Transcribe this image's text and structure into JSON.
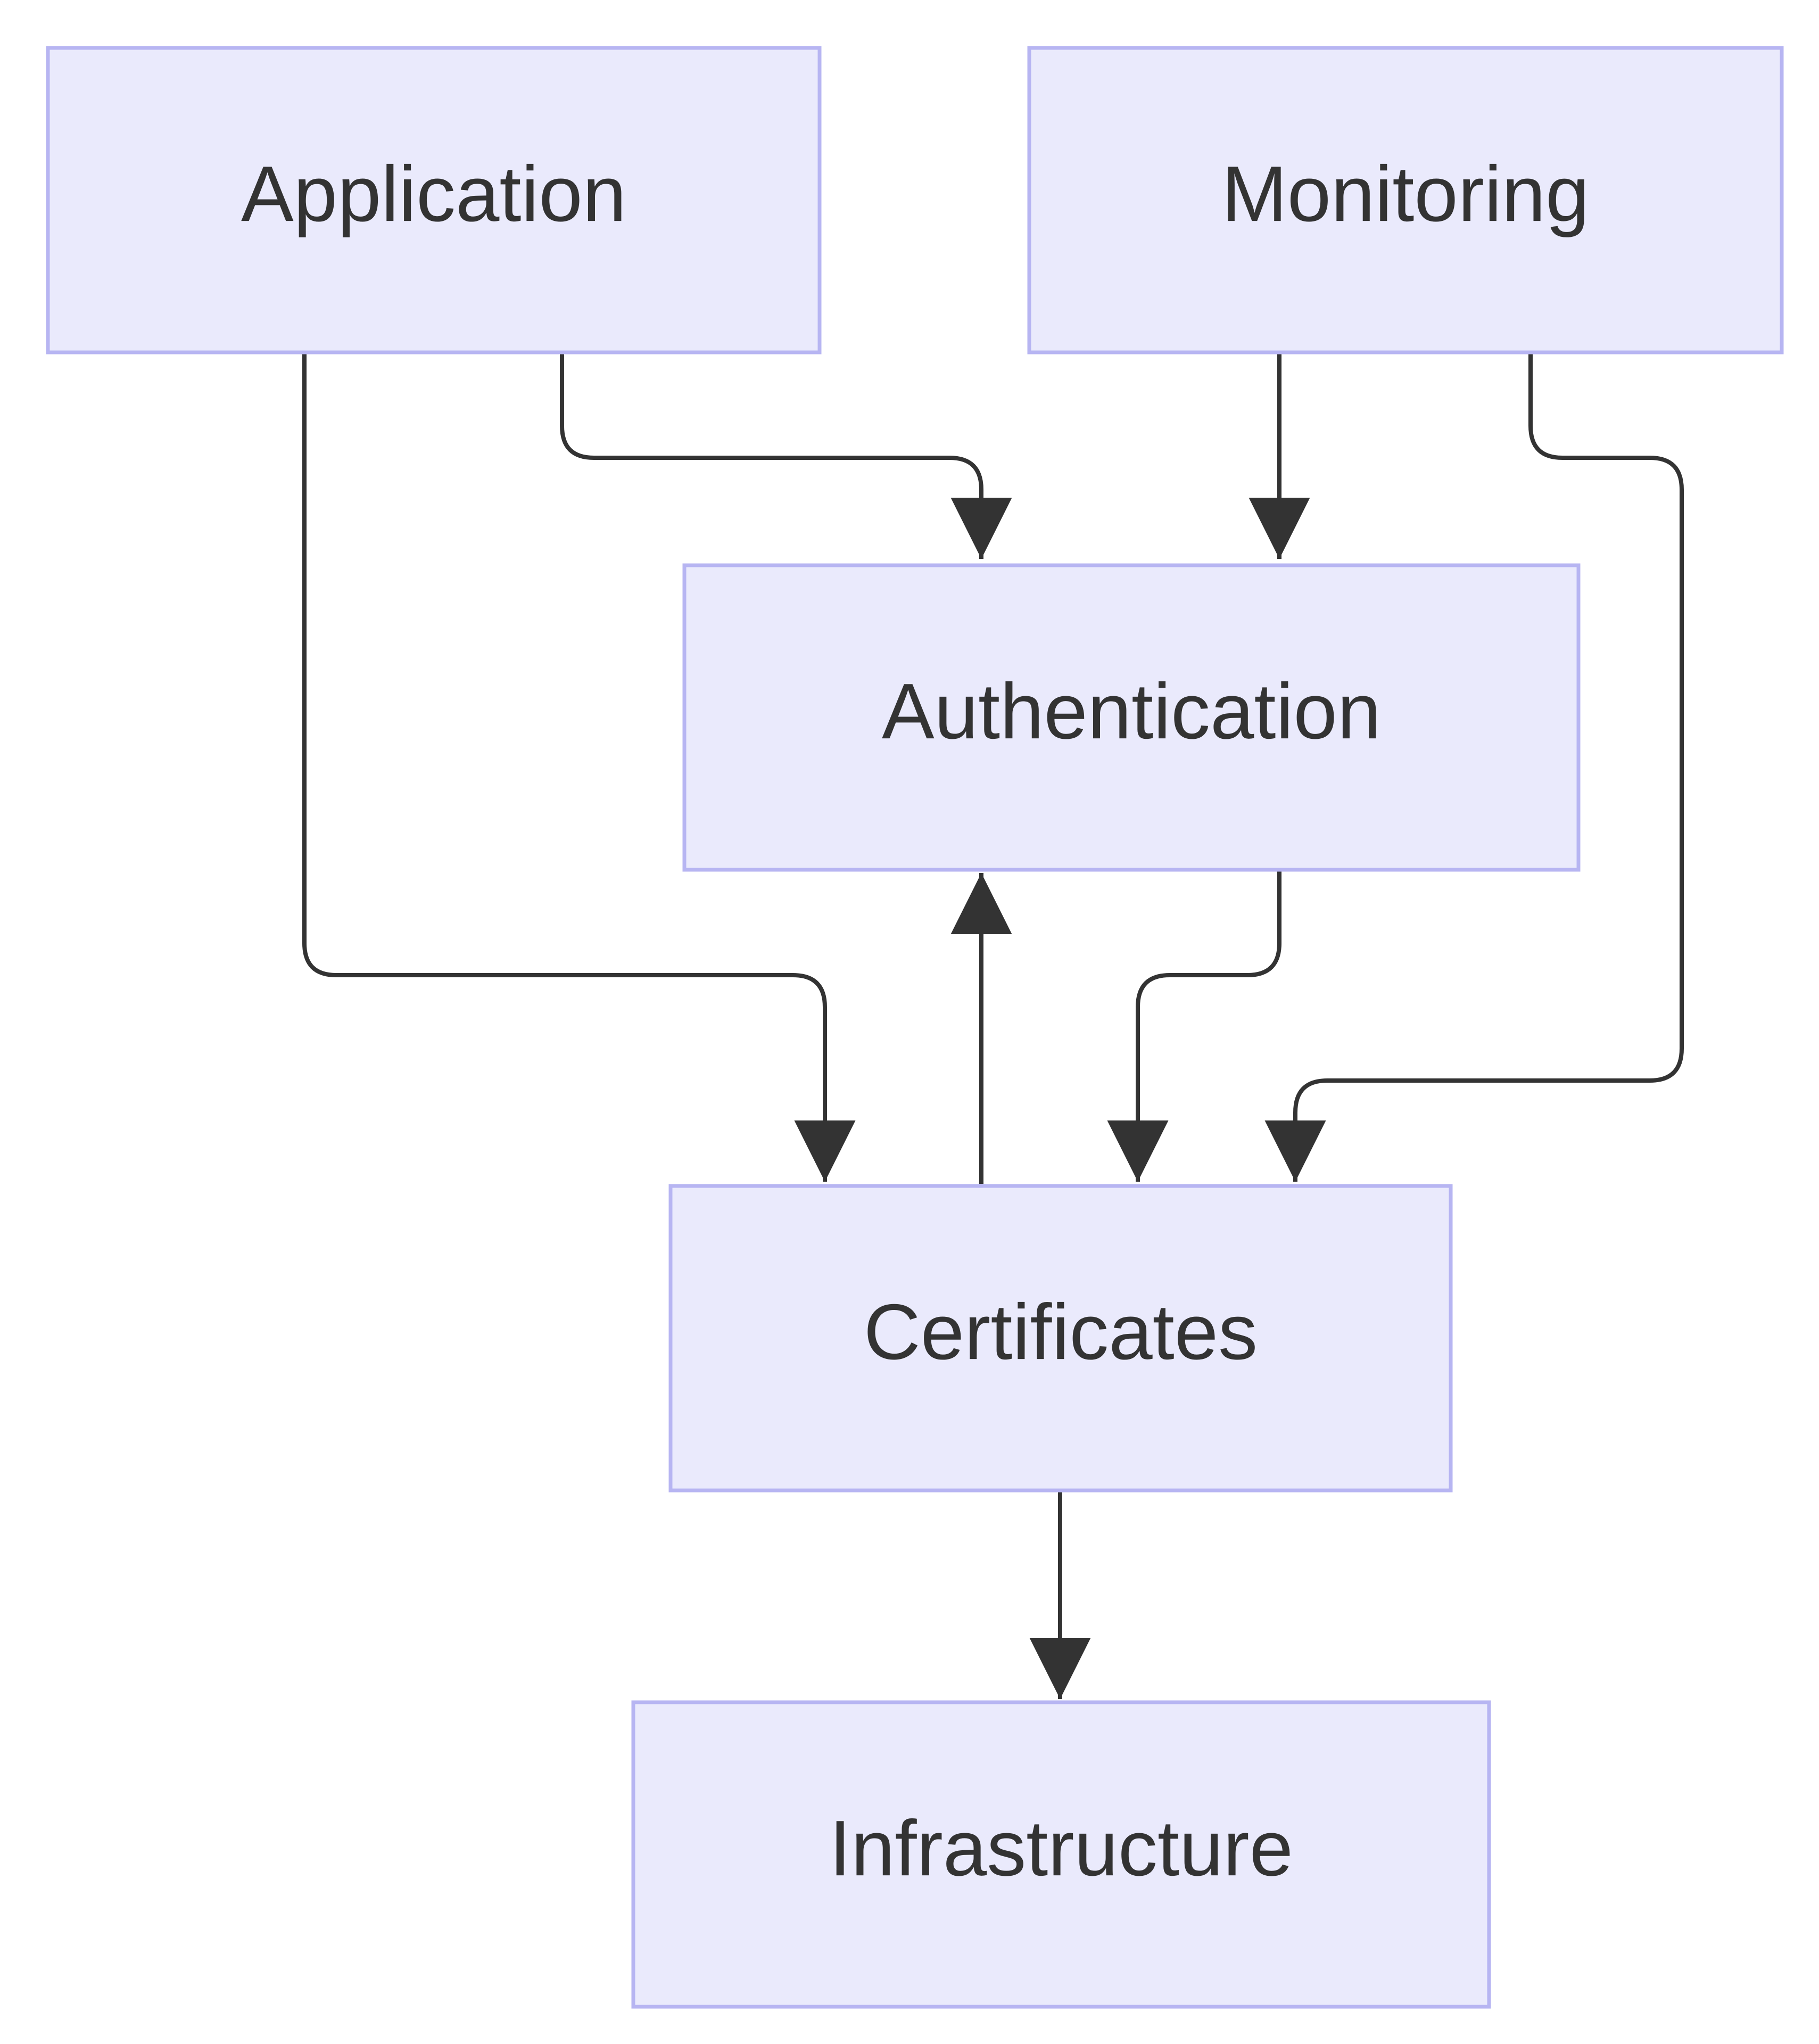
{
  "colors": {
    "node_fill": "#eaeafc",
    "node_border": "#b7b5f2",
    "edge": "#333333",
    "text": "#333333",
    "background": "#ffffff"
  },
  "nodes": {
    "application": {
      "label": "Application"
    },
    "monitoring": {
      "label": "Monitoring"
    },
    "authentication": {
      "label": "Authentication"
    },
    "certificates": {
      "label": "Certificates"
    },
    "infrastructure": {
      "label": "Infrastructure"
    }
  },
  "edges": [
    {
      "from": "Application",
      "to": "Authentication"
    },
    {
      "from": "Application",
      "to": "Certificates"
    },
    {
      "from": "Monitoring",
      "to": "Authentication"
    },
    {
      "from": "Monitoring",
      "to": "Certificates"
    },
    {
      "from": "Authentication",
      "to": "Certificates"
    },
    {
      "from": "Certificates",
      "to": "Authentication"
    },
    {
      "from": "Certificates",
      "to": "Infrastructure"
    }
  ]
}
